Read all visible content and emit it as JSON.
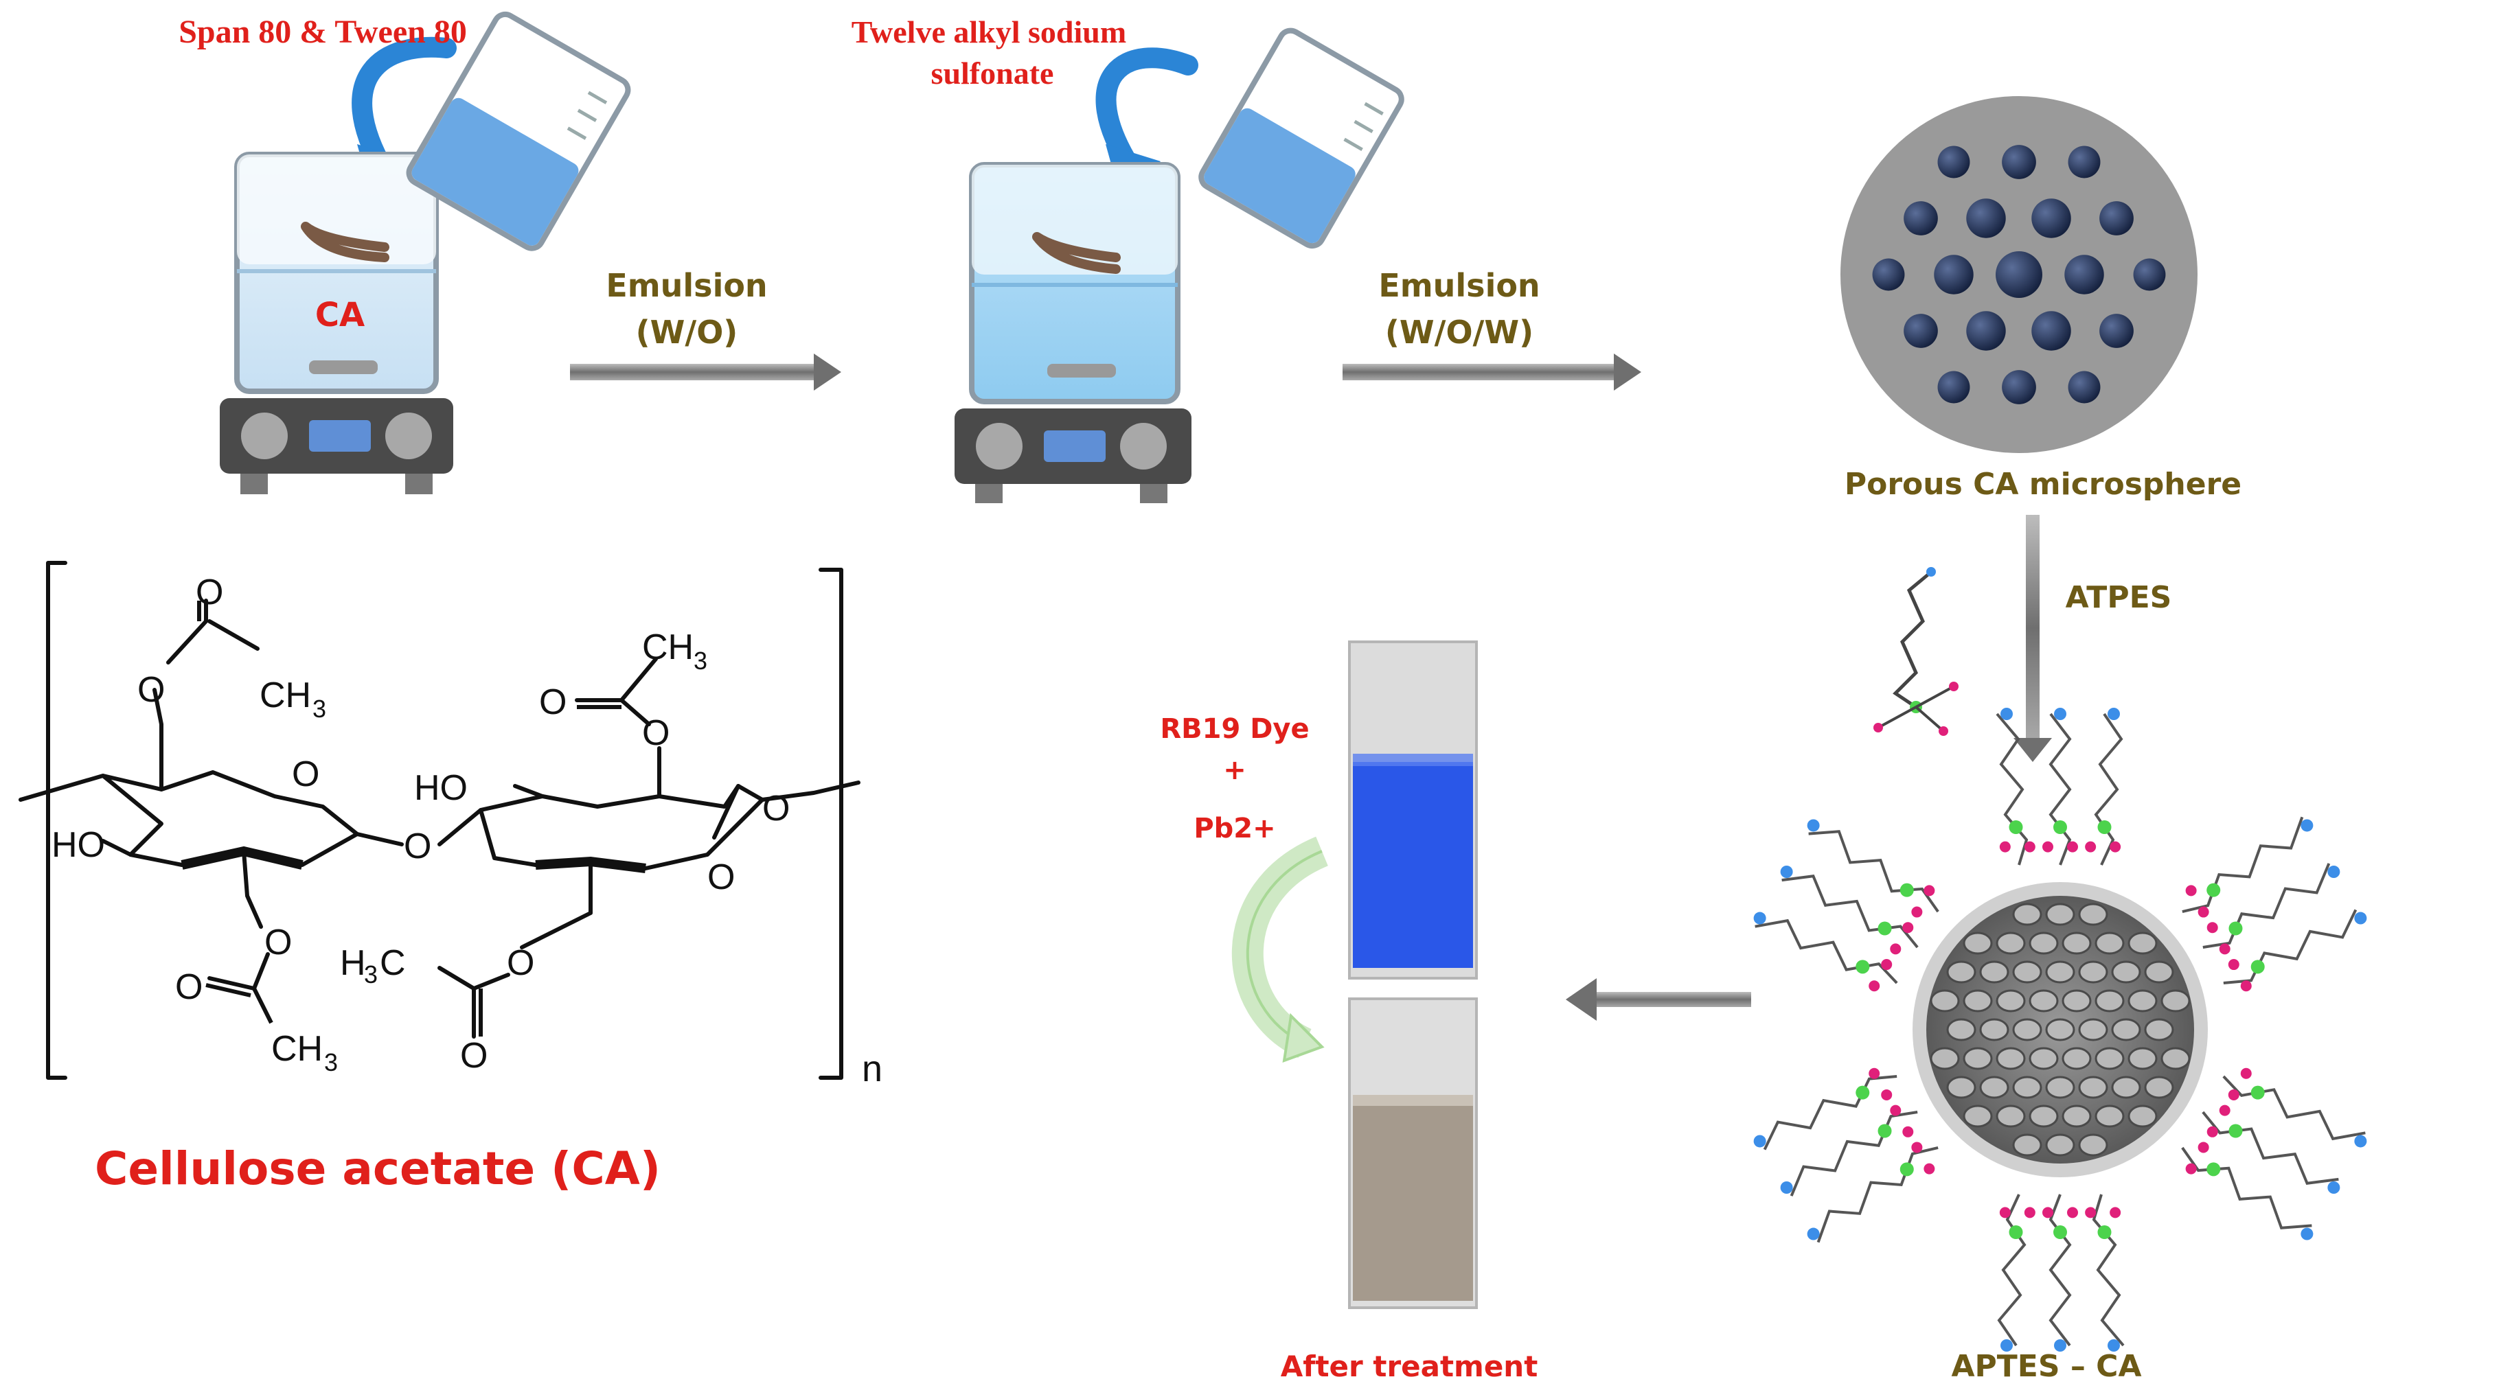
{
  "labels": {
    "surfactant1": "Span 80 & Tween 80",
    "surfactant2_line1": "Twelve alkyl sodium",
    "surfactant2_line2": "sulfonate",
    "beaker1_label": "CA",
    "step1_line1": "Emulsion",
    "step1_line2": "(W/O)",
    "step2_line1": "Emulsion",
    "step2_line2": "(W/O/W)",
    "microsphere": "Porous CA microsphere",
    "reagent": "ATPES",
    "product": "APTES – CA",
    "dye_line1": "RB19 Dye",
    "dye_plus": "+",
    "dye_line2": "Pb2+",
    "after": "After treatment",
    "polymer_name": "Cellulose acetate (CA)"
  },
  "chem": {
    "o": "O",
    "ho": "HO",
    "ch3": "CH",
    "sub3": "3",
    "h3c_h": "H",
    "h3c_c": "C",
    "n": "n"
  },
  "colors": {
    "red_text": "#e0201b",
    "olive_text": "#6d5a16",
    "blue_liquid": "#2a57e8",
    "arrow_gray": "#8a8a8a",
    "pore_navy": "#1c2a4a"
  }
}
